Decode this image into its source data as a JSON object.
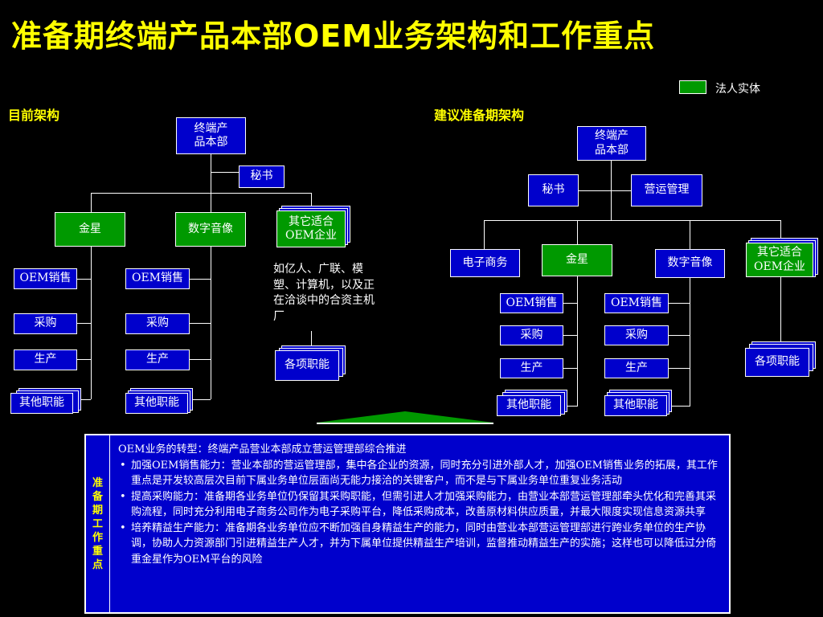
{
  "title": "准备期终端产品本部OEM业务架构和工作重点",
  "legend": {
    "label": "法人实体",
    "color": "#009900"
  },
  "left": {
    "heading": "目前架构",
    "top": "终端产\n品本部",
    "secretary": "秘书",
    "units": [
      "金星",
      "数字音像",
      "其它适合OEM企业"
    ],
    "functions": [
      "OEM销售",
      "采购",
      "生产",
      "其他职能"
    ],
    "note": "如亿人、广联、模塑、计算机，以及正在洽谈中的合资主机厂",
    "misc": "各项职能"
  },
  "right": {
    "heading": "建议准备期架构",
    "top": "终端产\n品本部",
    "secretary": "秘书",
    "ops": "营运管理",
    "units": [
      "电子商务",
      "金星",
      "数字音像",
      "其它适合OEM企业"
    ],
    "functions": [
      "OEM销售",
      "采购",
      "生产",
      "其他职能"
    ],
    "misc": "各项职能"
  },
  "panel": {
    "side": [
      "准",
      "备",
      "期",
      "工",
      "作",
      "重",
      "点"
    ],
    "head": "OEM业务的转型：终端产品营业本部成立营运管理部综合推进",
    "bullets": [
      "加强OEM销售能力：营业本部的营运管理部，集中各企业的资源，同时充分引进外部人才，加强OEM销售业务的拓展，其工作重点是开发较高层次目前下属业务单位层面尚无能力接洽的关键客户，而不是与下属业务单位重复业务活动",
      "提高采购能力：准备期各业务单位仍保留其采购职能，但需引进人才加强采购能力，由营业本部营运管理部牵头优化和完善其采购流程，同时充分利用电子商务公司作为电子采购平台，降低采购成本，改善原材料供应质量，并最大限度实现信息资源共享",
      "培养精益生产能力：准备期各业务单位应不断加强自身精益生产的能力，同时由营业本部营运管理部进行跨业务单位的生产协调，协助人力资源部门引进精益生产人才，并为下属单位提供精益生产培训，监督推动精益生产的实施；这样也可以降低过分倚重金星作为OEM平台的风险"
    ]
  }
}
